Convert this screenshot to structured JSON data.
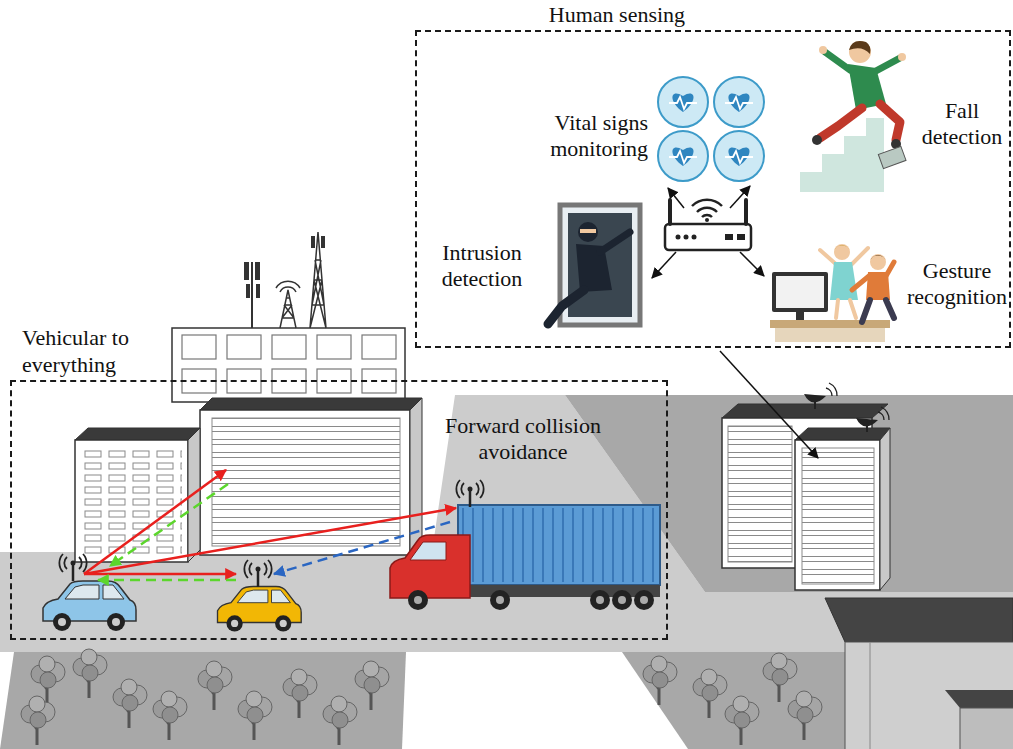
{
  "diagram": {
    "nodes": [
      {
        "text": [
          "Human sensing"
        ]
      },
      {
        "text": [
          "Vehicular to everything"
        ]
      }
    ],
    "labels": [
      "Vital signs monitoring",
      "Fall detection",
      "Intrusion detection",
      "Gesture recognition",
      "Forward collision avoidance"
    ]
  }
}
